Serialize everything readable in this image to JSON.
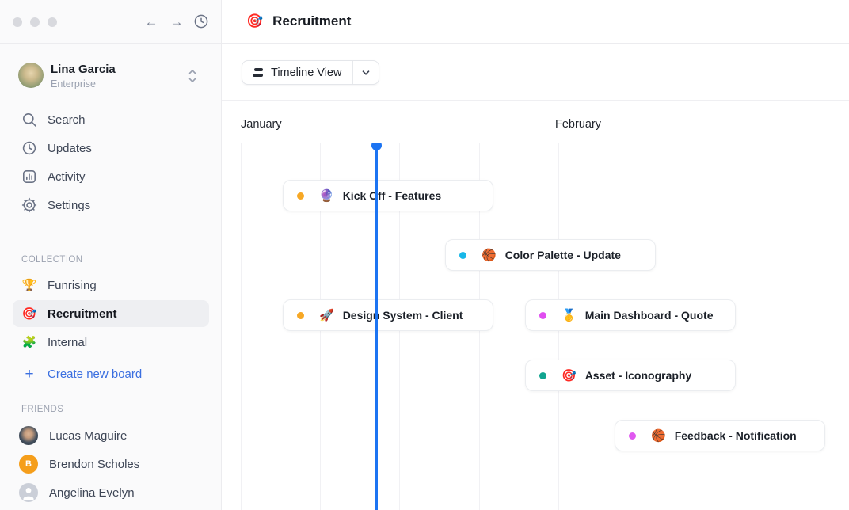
{
  "window": {
    "back_arrow": "←",
    "forward_arrow": "→"
  },
  "sidebar": {
    "profile": {
      "name": "Lina Garcia",
      "plan": "Enterprise"
    },
    "nav": [
      {
        "icon": "search-icon",
        "label": "Search"
      },
      {
        "icon": "clock-icon",
        "label": "Updates"
      },
      {
        "icon": "activity-icon",
        "label": "Activity"
      },
      {
        "icon": "gear-icon",
        "label": "Settings"
      }
    ],
    "collection": {
      "header": "COLLECTION",
      "items": [
        {
          "emoji": "🏆",
          "label": "Funrising",
          "selected": false
        },
        {
          "emoji": "🎯",
          "label": "Recruitment",
          "selected": true
        },
        {
          "emoji": "🧩",
          "label": "Internal",
          "selected": false
        }
      ],
      "create_icon": "+",
      "create_label": "Create new board"
    },
    "friends": {
      "header": "FRIENDS",
      "items": [
        {
          "name": "Lucas Maguire",
          "avatar": "photo"
        },
        {
          "name": "Brendon Scholes",
          "avatar": "initial",
          "initial": "B",
          "color": "#F59E1B"
        },
        {
          "name": "Angelina Evelyn",
          "avatar": "placeholder"
        }
      ]
    }
  },
  "header": {
    "emoji": "🎯",
    "title": "Recruitment"
  },
  "toolbar": {
    "view_label": "Timeline View"
  },
  "timeline": {
    "months": [
      {
        "label": "January"
      },
      {
        "label": "February"
      }
    ],
    "today_color": "#1C74F2",
    "cards": [
      {
        "emoji": "🔮",
        "label": "Kick Off - Features",
        "dot": "#F7A825"
      },
      {
        "emoji": "🏀",
        "label": "Color Palette - Update",
        "dot": "#18B7E8"
      },
      {
        "emoji": "🚀",
        "label": "Design System - Client",
        "dot": "#F7A825"
      },
      {
        "emoji": "🥇",
        "label": "Main Dashboard - Quote",
        "dot": "#E04DF0"
      },
      {
        "emoji": "🎯",
        "label": "Asset - Iconography",
        "dot": "#10A48F"
      },
      {
        "emoji": "🏀",
        "label": "Feedback - Notification",
        "dot": "#E058F0"
      }
    ]
  }
}
